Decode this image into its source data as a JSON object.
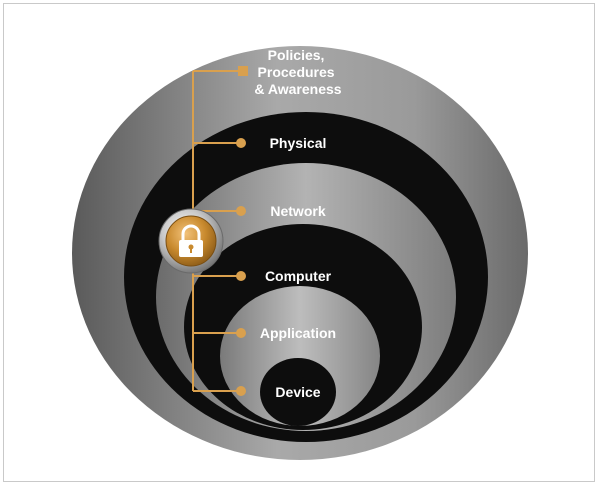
{
  "diagram": {
    "layers": [
      {
        "id": "policies",
        "lines": [
          "Policies,",
          "Procedures",
          "& Awareness"
        ]
      },
      {
        "id": "physical",
        "lines": [
          "Physical"
        ]
      },
      {
        "id": "network",
        "lines": [
          "Network"
        ]
      },
      {
        "id": "computer",
        "lines": [
          "Computer"
        ]
      },
      {
        "id": "application",
        "lines": [
          "Application"
        ]
      },
      {
        "id": "device",
        "lines": [
          "Device"
        ]
      }
    ],
    "center_icon": "padlock-icon",
    "colors": {
      "connector": "#d9a04e",
      "lock_gold": "#c98a2e",
      "ring_black": "#0d0d0d",
      "ring_gray_light": "#a8a8a8",
      "ring_gray_dark": "#6a6a6a"
    }
  }
}
